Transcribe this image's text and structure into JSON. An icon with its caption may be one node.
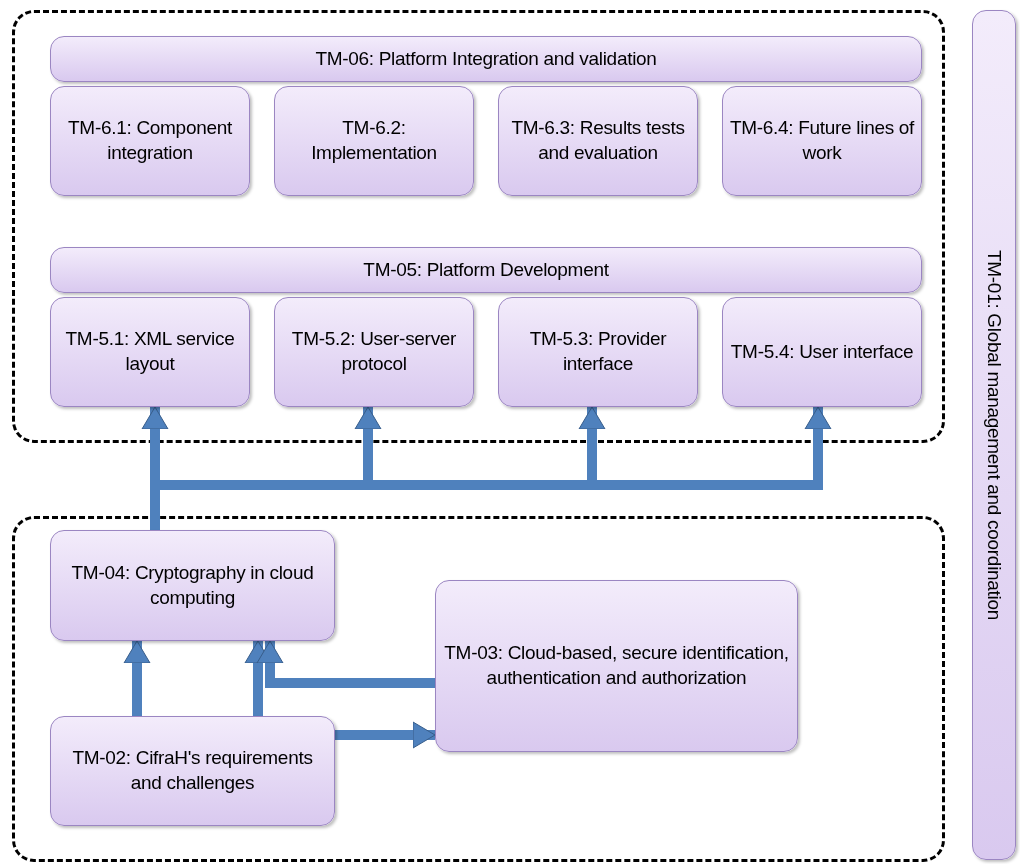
{
  "diagram": {
    "nodes": [
      {
        "text": [],
        "shape": "box"
      },
      {
        "text": [
          "TM-06: Platform Integration and validation"
        ],
        "in": 0
      },
      {
        "text": [
          "TM-6.1: Component integration"
        ],
        "in": 0
      },
      {
        "text": [
          "TM-6.2: Implementation"
        ],
        "in": 0
      },
      {
        "text": [
          "TM-6.3: Results tests and evaluation"
        ],
        "in": 0
      },
      {
        "text": [
          "TM-6.4: Future lines of work"
        ],
        "in": 0
      },
      {
        "text": [
          "TM-05: Platform Development"
        ],
        "in": 0
      },
      {
        "text": [
          "TM-5.1: XML service layout"
        ],
        "in": 0
      },
      {
        "text": [
          "TM-5.2: User-server protocol"
        ],
        "in": 0
      },
      {
        "text": [
          "TM-5.3: Provider interface"
        ],
        "in": 0
      },
      {
        "text": [
          "TM-5.4: User interface"
        ],
        "in": 0
      },
      {
        "text": [],
        "shape": "box"
      },
      {
        "text": [
          "TM-04: Cryptography in cloud computing"
        ],
        "in": 11
      },
      {
        "text": [
          "TM-03: Cloud-based, secure identification, authentication and authorization"
        ],
        "in": 11
      },
      {
        "text": [
          "TM-02: CifraH's requirements and challenges"
        ],
        "in": 11
      },
      {
        "text": [
          "TM-01: Global management and coordination"
        ]
      }
    ],
    "edges": [
      {
        "from": 12,
        "to": 7,
        "arrow": "to"
      },
      {
        "from": 12,
        "to": 8,
        "arrow": "to"
      },
      {
        "from": 12,
        "to": 9,
        "arrow": "to"
      },
      {
        "from": 12,
        "to": 10,
        "arrow": "to"
      },
      {
        "from": 14,
        "to": 12,
        "arrow": "to"
      },
      {
        "from": 14,
        "to": 12,
        "arrow": "to"
      },
      {
        "from": 13,
        "to": 12,
        "arrow": "to"
      },
      {
        "from": 14,
        "to": 13,
        "arrow": "to"
      }
    ]
  }
}
